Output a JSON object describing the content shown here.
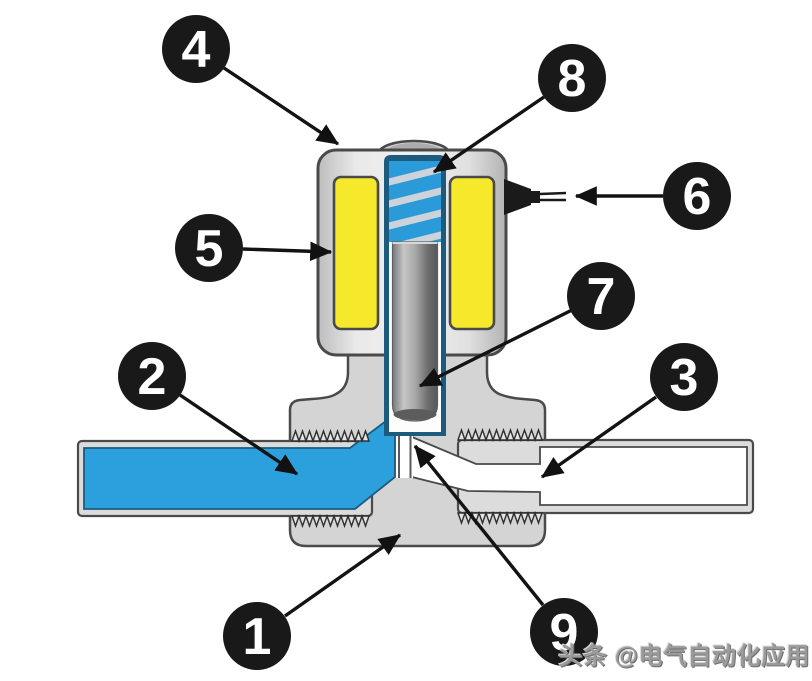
{
  "diagram": {
    "name": "solenoid-valve-cutaway-diagram",
    "background": "#FFFFFF",
    "watermark": "头条 @电气自动化应用",
    "callouts": [
      {
        "label": "1",
        "part": "valve-body"
      },
      {
        "label": "2",
        "part": "inlet-flow"
      },
      {
        "label": "3",
        "part": "outlet-pipe"
      },
      {
        "label": "4",
        "part": "solenoid-housing"
      },
      {
        "label": "5",
        "part": "coil-winding"
      },
      {
        "label": "6",
        "part": "lead-wires"
      },
      {
        "label": "7",
        "part": "plunger"
      },
      {
        "label": "8",
        "part": "spring"
      },
      {
        "label": "9",
        "part": "valve-seat-orifice"
      }
    ],
    "colors": {
      "fluid_blue": "#2BA0DC",
      "coil_yellow": "#F6E92B",
      "spring_blue": "#2A9AD8",
      "channel_border": "#1D5B7E",
      "metal_gray": "#D4D4D4",
      "outline": "#4A4A4A",
      "badge_black": "#191919",
      "badge_text": "#FFFFFF",
      "watermark_gray": "#9B9B9B"
    }
  }
}
